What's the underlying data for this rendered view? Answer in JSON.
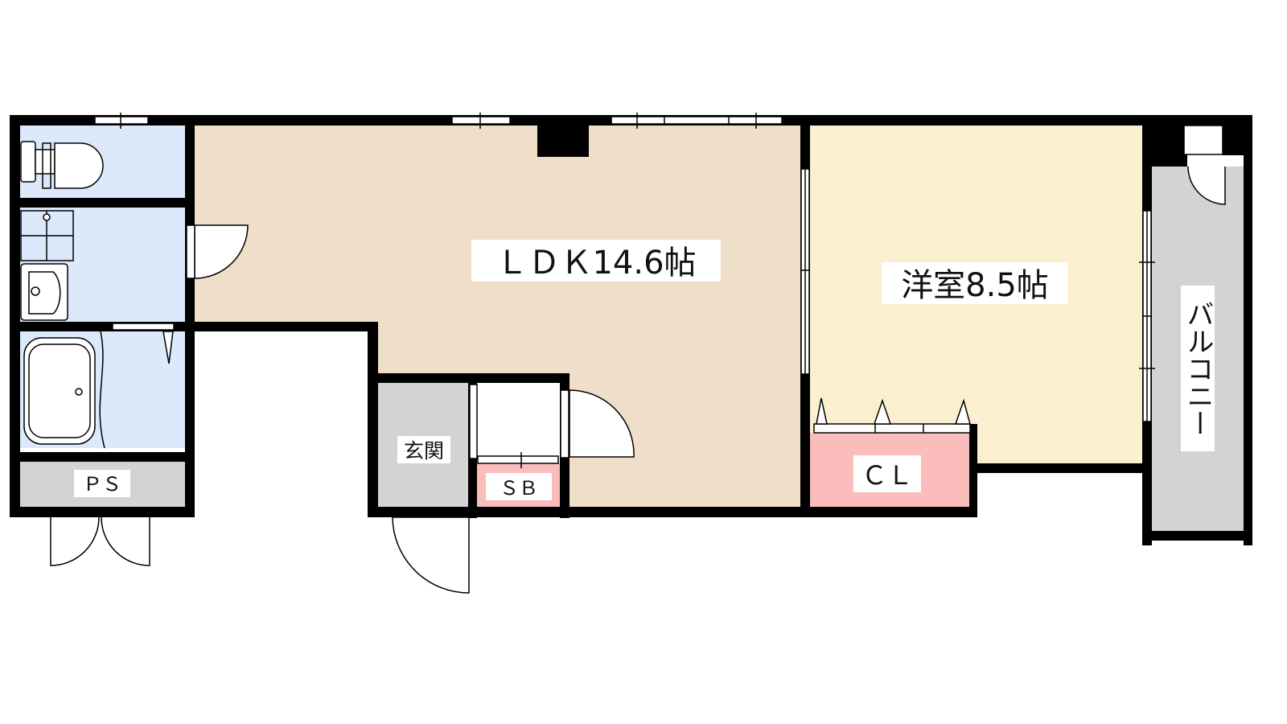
{
  "rooms": {
    "ldk": "ＬＤＫ14.6帖",
    "western": "洋室8.5帖",
    "balcony": "バルコニー",
    "entrance": "玄関",
    "closet": "ＣＬ",
    "shoe_box": "ＳＢ",
    "pipe_space": "ＰＳ"
  },
  "colors": {
    "ldk": "#efdfc8",
    "western": "#fcefcf",
    "wet_area": "#dbe9fb",
    "storage": "#fbbcbc",
    "entrance": "#d3d3d3",
    "balcony": "#d3d3d3",
    "wall": "#000000"
  }
}
